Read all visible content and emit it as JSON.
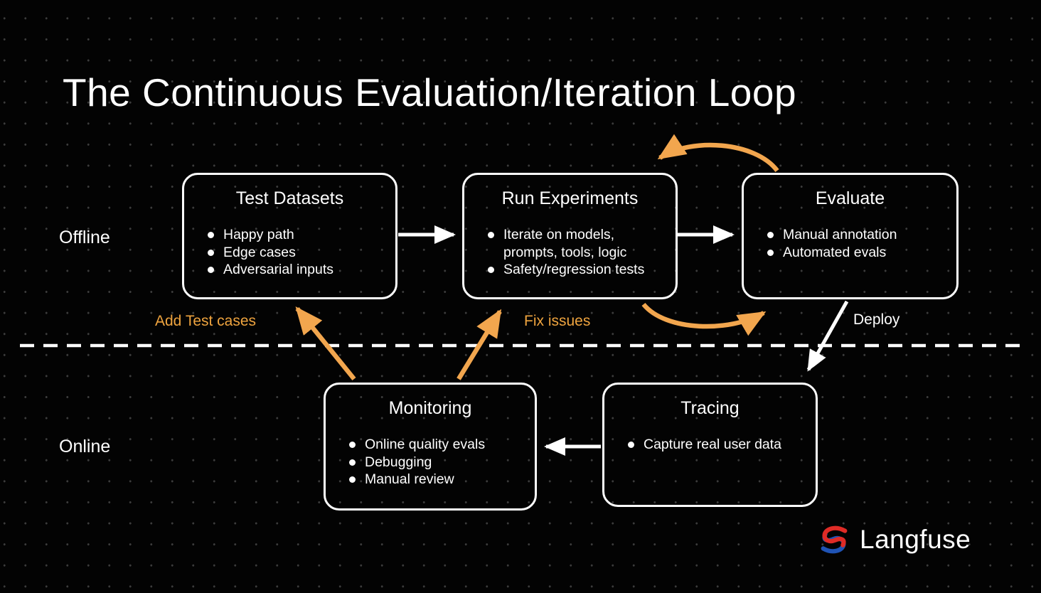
{
  "title": "The Continuous Evaluation/Iteration Loop",
  "sections": {
    "offline": "Offline",
    "online": "Online"
  },
  "boxes": {
    "test_datasets": {
      "title": "Test Datasets",
      "items": [
        "Happy path",
        "Edge cases",
        "Adversarial inputs"
      ]
    },
    "run_experiments": {
      "title": "Run Experiments",
      "items": [
        "Iterate on models, prompts, tools, logic",
        "Safety/regression tests"
      ]
    },
    "evaluate": {
      "title": "Evaluate",
      "items": [
        "Manual annotation",
        "Automated evals"
      ]
    },
    "monitoring": {
      "title": "Monitoring",
      "items": [
        "Online quality evals",
        "Debugging",
        "Manual review"
      ]
    },
    "tracing": {
      "title": "Tracing",
      "items": [
        "Capture real user data"
      ]
    }
  },
  "edge_labels": {
    "add_test_cases": "Add Test cases",
    "fix_issues": "Fix issues",
    "deploy": "Deploy"
  },
  "logo": {
    "text": "Langfuse"
  },
  "colors": {
    "background": "#000000",
    "accent_orange": "#EFA43F",
    "arrow_white": "#FFFFFF",
    "logo_red": "#DF2B26",
    "logo_blue": "#1F53B5"
  }
}
